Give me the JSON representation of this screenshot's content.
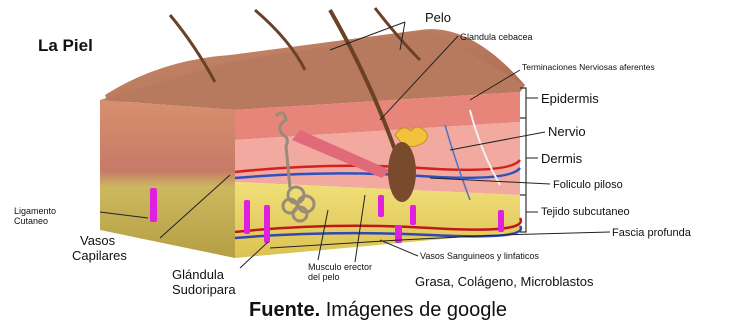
{
  "title": "La Piel",
  "labels": {
    "pelo": "Pelo",
    "glandula_cebacea": "Glandula cebacea",
    "terminaciones": "Terminaciones Nerviosas aferentes",
    "epidermis": "Epidermis",
    "nervio": "Nervio",
    "dermis": "Dermis",
    "foliculo": "Foliculo piloso",
    "tejido": "Tejido subcutaneo",
    "fascia": "Fascia profunda",
    "vasos_sanguineos": "Vasos Sanguineos y linfaticos",
    "grasa": "Grasa, Colágeno, Microblastos",
    "musculo_1": "Musculo erector",
    "musculo_2": "del pelo",
    "glandula_sud_1": "Glándula",
    "glandula_sud_2": "Sudoripara",
    "vasos_cap_1": "Vasos",
    "vasos_cap_2": "Capilares",
    "ligamento_1": "Ligamento",
    "ligamento_2": "Cutaneo"
  },
  "caption": {
    "bold": "Fuente.",
    "text": " Imágenes de google"
  },
  "colors": {
    "epidermis": "#e8857a",
    "dermis": "#f2aaa0",
    "subcutaneous": "#e9d86a",
    "side": "#c9786a",
    "magenta": "#e020e0",
    "hair": "#6b4226"
  }
}
